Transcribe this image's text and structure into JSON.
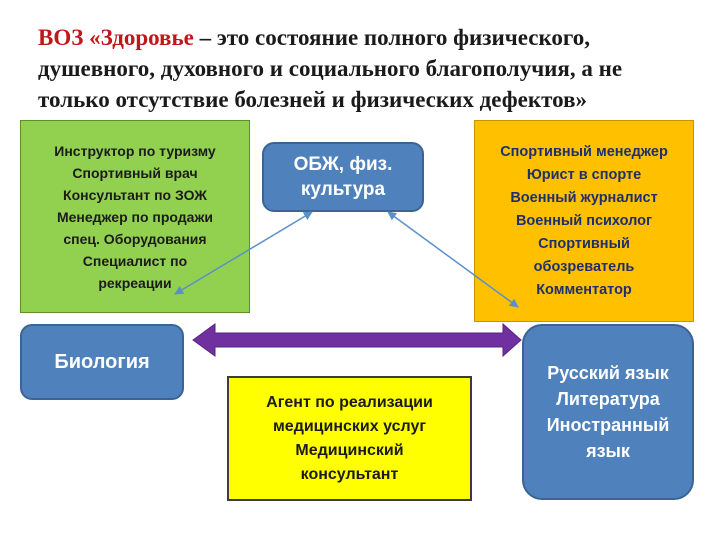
{
  "title": {
    "accent": "ВОЗ «Здоровье",
    "rest": " – это состояние полного физического, душевного, духовного и социального благополучия, а не только отсутствие болезней и физических дефектов»"
  },
  "nodes": {
    "green_lines": [
      "Инструктор  по туризму",
      "Спортивный  врач",
      "Консультант  по ЗОЖ",
      "Менеджер по продажи",
      "спец.  Оборудования",
      "Специалист  по",
      "рекреации"
    ],
    "orange_lines": [
      "Спортивный  менеджер",
      "Юрист в спорте",
      "Военный  журналист",
      "Военный  психолог",
      "Спортивный",
      "обозреватель",
      "Комментатор"
    ],
    "obzh_lines": [
      "ОБЖ, физ.",
      "культура"
    ],
    "biology_lines": [
      "Биология"
    ],
    "languages_lines": [
      "Русский язык",
      "Литература",
      "Иностранный",
      "язык"
    ],
    "yellow_lines": [
      "Агент по реализации",
      "медицинских услуг",
      "Медицинский",
      "консультант"
    ]
  },
  "colors": {
    "green": "#92d050",
    "orange": "#ffc000",
    "blue": "#4f81bd",
    "yellow": "#ffff00",
    "purple_arrow": "#7030a0",
    "thin_arrow": "#5b8fc9",
    "title_accent": "#c0161c"
  }
}
